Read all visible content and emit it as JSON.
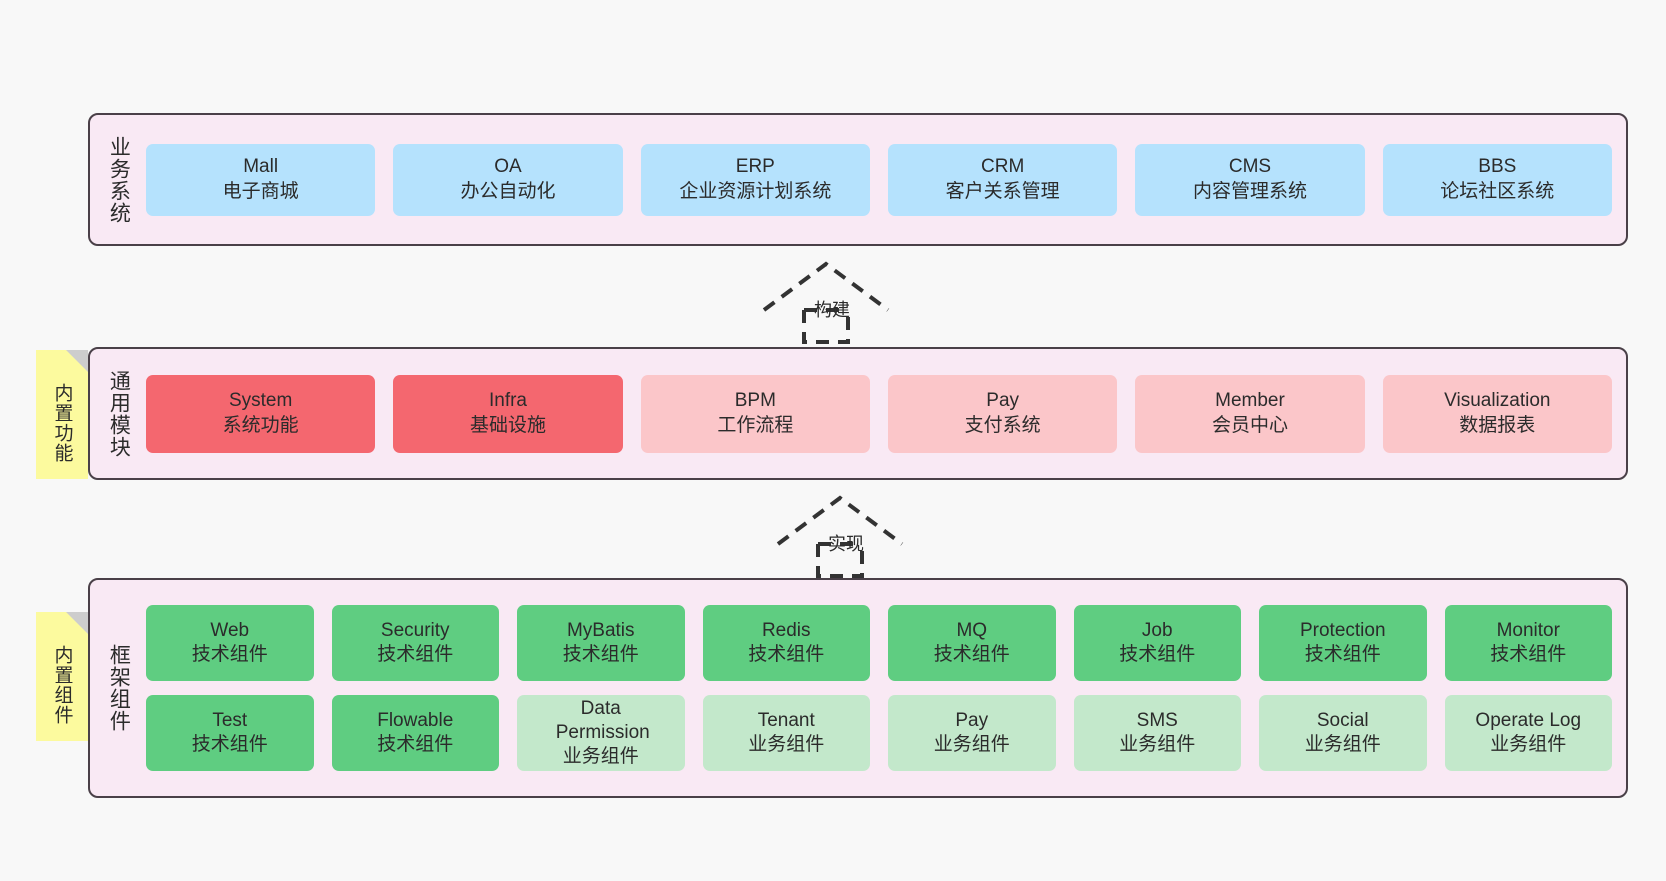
{
  "diagram": {
    "title": "System Architecture Layers",
    "background": "#f8f8f8",
    "colors": {
      "layer_bg": "#f9e9f4",
      "layer_border": "#4a4048",
      "business_box": "#b5e2fd",
      "core_module_box": "#f4676f",
      "module_box": "#fbc6c9",
      "tech_component_box": "#5fcd81",
      "biz_component_box": "#c3e8cb",
      "note_bg": "#fcfa9e",
      "note_fold": "#cdcdcd"
    }
  },
  "layers": [
    {
      "key": "business",
      "label": "业务系统",
      "rows": [
        [
          {
            "name": "Mall",
            "desc": "电子商城",
            "style": "c-blue"
          },
          {
            "name": "OA",
            "desc": "办公自动化",
            "style": "c-blue"
          },
          {
            "name": "ERP",
            "desc": "企业资源计划系统",
            "style": "c-blue"
          },
          {
            "name": "CRM",
            "desc": "客户关系管理",
            "style": "c-blue"
          },
          {
            "name": "CMS",
            "desc": "内容管理系统",
            "style": "c-blue"
          },
          {
            "name": "BBS",
            "desc": "论坛社区系统",
            "style": "c-blue"
          }
        ]
      ]
    },
    {
      "key": "common",
      "label": "通用模块",
      "note": "内置功能",
      "rows": [
        [
          {
            "name": "System",
            "desc": "系统功能",
            "style": "c-red"
          },
          {
            "name": "Infra",
            "desc": "基础设施",
            "style": "c-red"
          },
          {
            "name": "BPM",
            "desc": "工作流程",
            "style": "c-pink"
          },
          {
            "name": "Pay",
            "desc": "支付系统",
            "style": "c-pink"
          },
          {
            "name": "Member",
            "desc": "会员中心",
            "style": "c-pink"
          },
          {
            "name": "Visualization",
            "desc": "数据报表",
            "style": "c-pink"
          }
        ]
      ]
    },
    {
      "key": "framework",
      "label": "框架组件",
      "note": "内置组件",
      "rows": [
        [
          {
            "name": "Web",
            "desc": "技术组件",
            "style": "c-green"
          },
          {
            "name": "Security",
            "desc": "技术组件",
            "style": "c-green"
          },
          {
            "name": "MyBatis",
            "desc": "技术组件",
            "style": "c-green"
          },
          {
            "name": "Redis",
            "desc": "技术组件",
            "style": "c-green"
          },
          {
            "name": "MQ",
            "desc": "技术组件",
            "style": "c-green"
          },
          {
            "name": "Job",
            "desc": "技术组件",
            "style": "c-green"
          },
          {
            "name": "Protection",
            "desc": "技术组件",
            "style": "c-green"
          },
          {
            "name": "Monitor",
            "desc": "技术组件",
            "style": "c-green"
          }
        ],
        [
          {
            "name": "Test",
            "desc": "技术组件",
            "style": "c-green"
          },
          {
            "name": "Flowable",
            "desc": "技术组件",
            "style": "c-green"
          },
          {
            "name": "Data Permission",
            "desc": "业务组件",
            "style": "c-lgreen"
          },
          {
            "name": "Tenant",
            "desc": "业务组件",
            "style": "c-lgreen"
          },
          {
            "name": "Pay",
            "desc": "业务组件",
            "style": "c-lgreen"
          },
          {
            "name": "SMS",
            "desc": "业务组件",
            "style": "c-lgreen"
          },
          {
            "name": "Social",
            "desc": "业务组件",
            "style": "c-lgreen"
          },
          {
            "name": "Operate Log",
            "desc": "业务组件",
            "style": "c-lgreen"
          }
        ]
      ]
    }
  ],
  "connectors": [
    {
      "key": "build",
      "label": "构建",
      "from": "common",
      "to": "business"
    },
    {
      "key": "implement",
      "label": "实现",
      "from": "framework",
      "to": "common"
    }
  ]
}
